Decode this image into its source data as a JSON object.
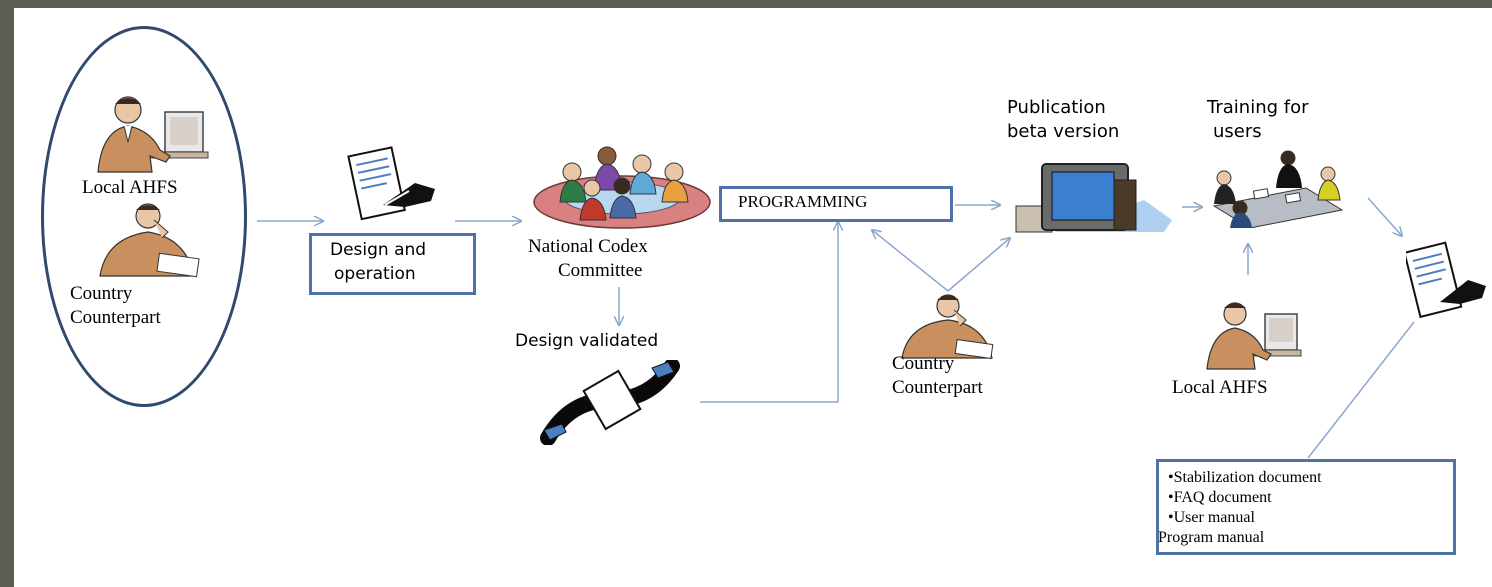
{
  "diagram": {
    "left_group": {
      "label_top": "Local AHFS",
      "label_bottom_1": "Country",
      "label_bottom_2": "Counterpart"
    },
    "design_box": {
      "line1": "Design and",
      "line2": "operation"
    },
    "codex": {
      "line1": "National Codex",
      "line2": "Committee"
    },
    "design_validated": "Design validated",
    "programming": "PROGRAMMING",
    "country_center": {
      "line1": "Country",
      "line2": "Counterpart"
    },
    "publication": {
      "line1": "Publication",
      "line2": "beta version"
    },
    "training": {
      "line1": "Training for",
      "line2": "users"
    },
    "local_right": "Local AHFS",
    "docs": {
      "items": [
        "•Stabilization document",
        "•FAQ document",
        "•User manual",
        "Program manual"
      ]
    }
  },
  "colors": {
    "arrow": "#8aa7cf",
    "box_border": "#4f73a8",
    "ellipse": "#2f4a6e",
    "background": "#5c5c52"
  }
}
